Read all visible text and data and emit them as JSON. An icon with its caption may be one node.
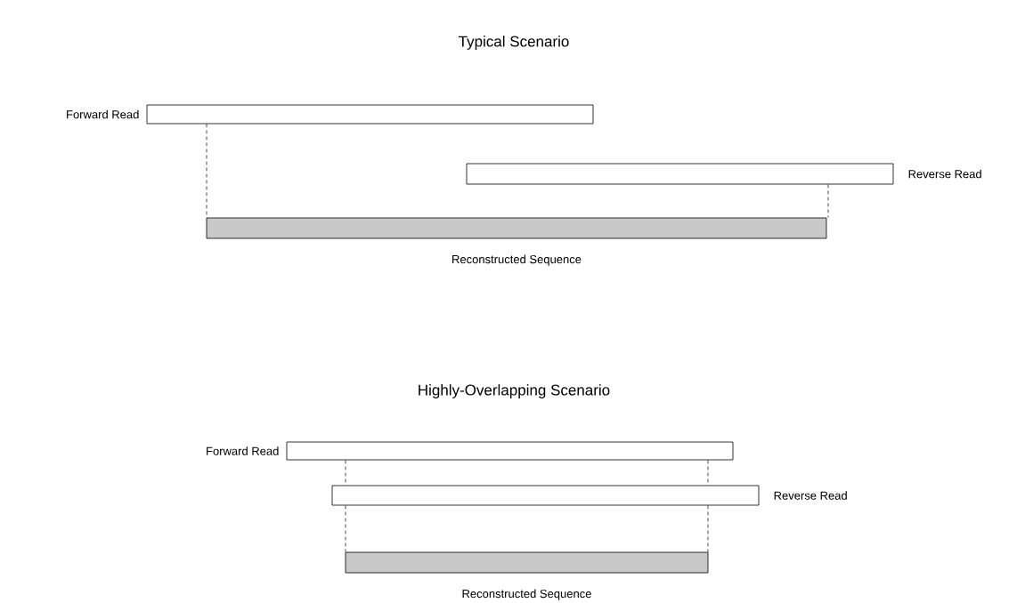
{
  "diagram": {
    "nodes": [
      {
        "text": [
          "Forward Read"
        ]
      },
      {
        "text": [
          "Reverse Read"
        ]
      },
      {
        "text": [
          "Reconstructed Sequence"
        ]
      },
      {
        "text": [
          "Forward Read"
        ]
      },
      {
        "text": [
          "Reverse Read"
        ]
      },
      {
        "text": [
          "Reconstructed Sequence"
        ]
      }
    ],
    "edges": [
      {
        "from": 0,
        "to": 2,
        "arrow": "none",
        "style": "dashed"
      },
      {
        "from": 1,
        "to": 2,
        "arrow": "none",
        "style": "dashed"
      },
      {
        "from": 3,
        "to": 4,
        "arrow": "none",
        "style": "dashed"
      },
      {
        "from": 4,
        "to": 5,
        "arrow": "none",
        "style": "dashed"
      },
      {
        "from": 3,
        "to": 4,
        "arrow": "none",
        "style": "dashed"
      },
      {
        "from": 4,
        "to": 5,
        "arrow": "none",
        "style": "dashed"
      }
    ],
    "labels": [
      "Typical Scenario",
      "Highly-Overlapping Scenario"
    ]
  }
}
